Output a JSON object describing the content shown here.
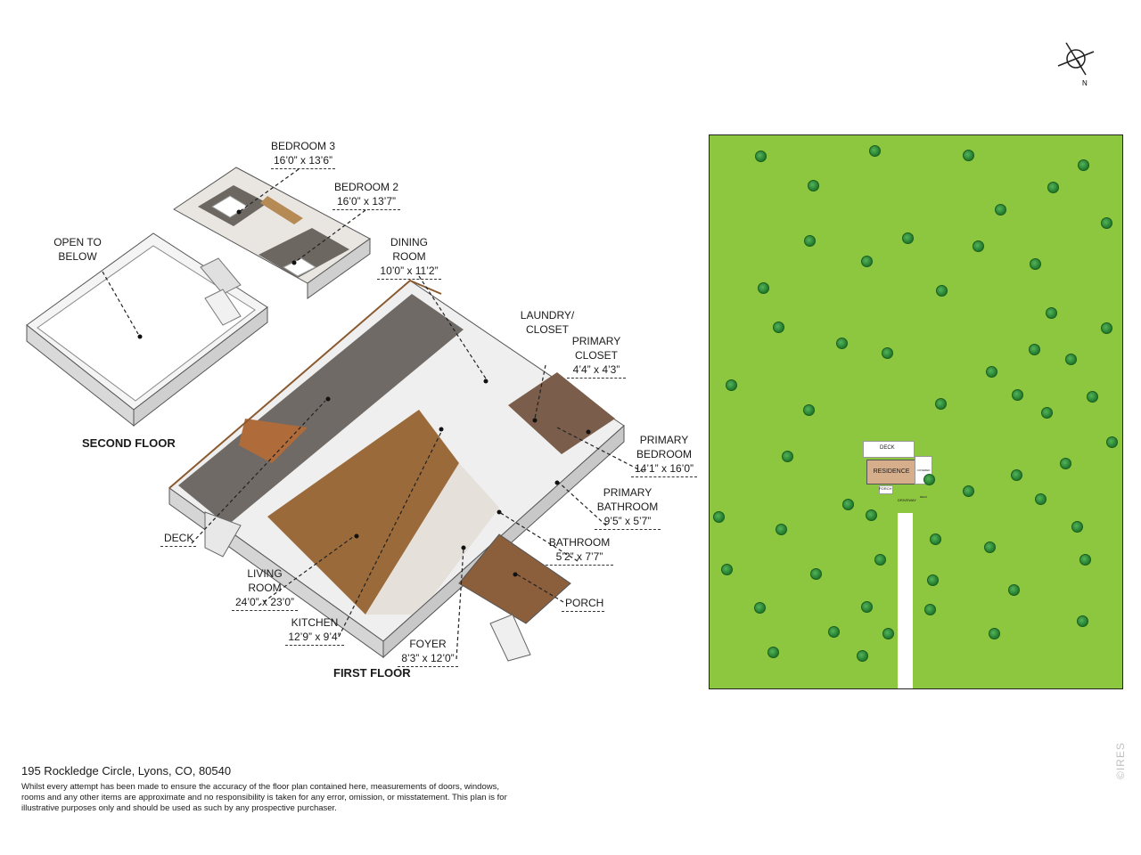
{
  "floors": {
    "second": "SECOND FLOOR",
    "first": "FIRST FLOOR"
  },
  "rooms": {
    "bedroom3": {
      "name": "BEDROOM 3",
      "dim": "16’0” x 13’6”"
    },
    "bedroom2": {
      "name": "BEDROOM 2",
      "dim": "16’0” x 13’7”"
    },
    "open": {
      "line1": "OPEN TO",
      "line2": "BELOW"
    },
    "dining": {
      "line1": "DINING",
      "line2": "ROOM",
      "dim": "10’0” x 11’2”"
    },
    "laundry": {
      "line1": "LAUNDRY/",
      "line2": "CLOSET"
    },
    "primary_closet": {
      "line1": "PRIMARY",
      "line2": "CLOSET",
      "dim": "4’4” x 4’3”"
    },
    "primary_bedroom": {
      "line1": "PRIMARY",
      "line2": "BEDROOM",
      "dim": "14’1” x 16’0”"
    },
    "primary_bathroom": {
      "line1": "PRIMARY",
      "line2": "BATHROOM",
      "dim": "9’5” x 5’7”"
    },
    "bathroom": {
      "name": "BATHROOM",
      "dim": "5’2” x 7’7”"
    },
    "deck": {
      "name": "DECK"
    },
    "living": {
      "line1": "LIVING",
      "line2": "ROOM",
      "dim": "24’0” x 23’0”"
    },
    "kitchen": {
      "name": "KITCHEN",
      "dim": "12’9” x 9’4”"
    },
    "foyer": {
      "name": "FOYER",
      "dim": "8’3” x 12’0”"
    },
    "porch": {
      "name": "PORCH"
    }
  },
  "site": {
    "residence": "RESIDENCE",
    "deck": "DECK",
    "covered": "COVERED DECK",
    "porch": "PORCH",
    "driveway": "DRIVEWAY"
  },
  "compass": {
    "north": "N"
  },
  "address": "195 Rockledge Circle, Lyons, CO, 80540",
  "disclaimer": "Whilst every attempt has been made to ensure the accuracy of the floor plan contained here, measurements of doors, windows, rooms and any other items are approximate and no responsibility is taken for any error, omission, or misstatement. This plan is for illustrative purposes only and should be used as such by any prospective purchaser.",
  "watermark": "©IRES",
  "colors": {
    "lawn": "#8dc63f",
    "tree": "#1f7a2b",
    "floor_wood": "#9a6a3a",
    "floor_gray": "#6f6a65"
  }
}
